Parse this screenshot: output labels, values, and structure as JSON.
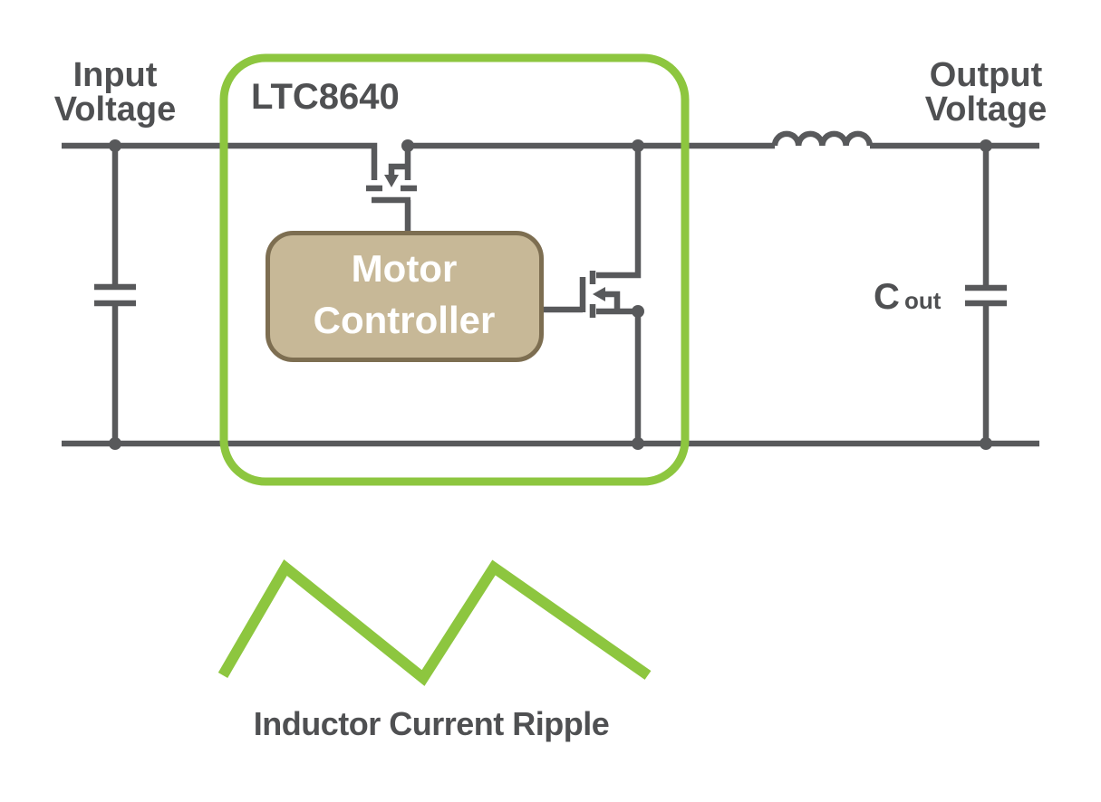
{
  "colors": {
    "green": "#8dc63f",
    "wire": "#58595b",
    "text": "#4f5052",
    "box_fill": "#c7b897",
    "box_border": "#7d6e51",
    "text_on_box": "#ffffff"
  },
  "labels": {
    "input_voltage_line1": "Input",
    "input_voltage_line2": "Voltage",
    "output_voltage_line1": "Output",
    "output_voltage_line2": "Voltage",
    "chip_name": "LTC8640",
    "controller_line1": "Motor",
    "controller_line2": "Controller",
    "output_cap_name": "C",
    "output_cap_subscript": "out",
    "waveform_caption": "Inductor Current Ripple"
  },
  "waveform": {
    "points_str": "246,746 315,627 467,749 545,627 715,746"
  }
}
